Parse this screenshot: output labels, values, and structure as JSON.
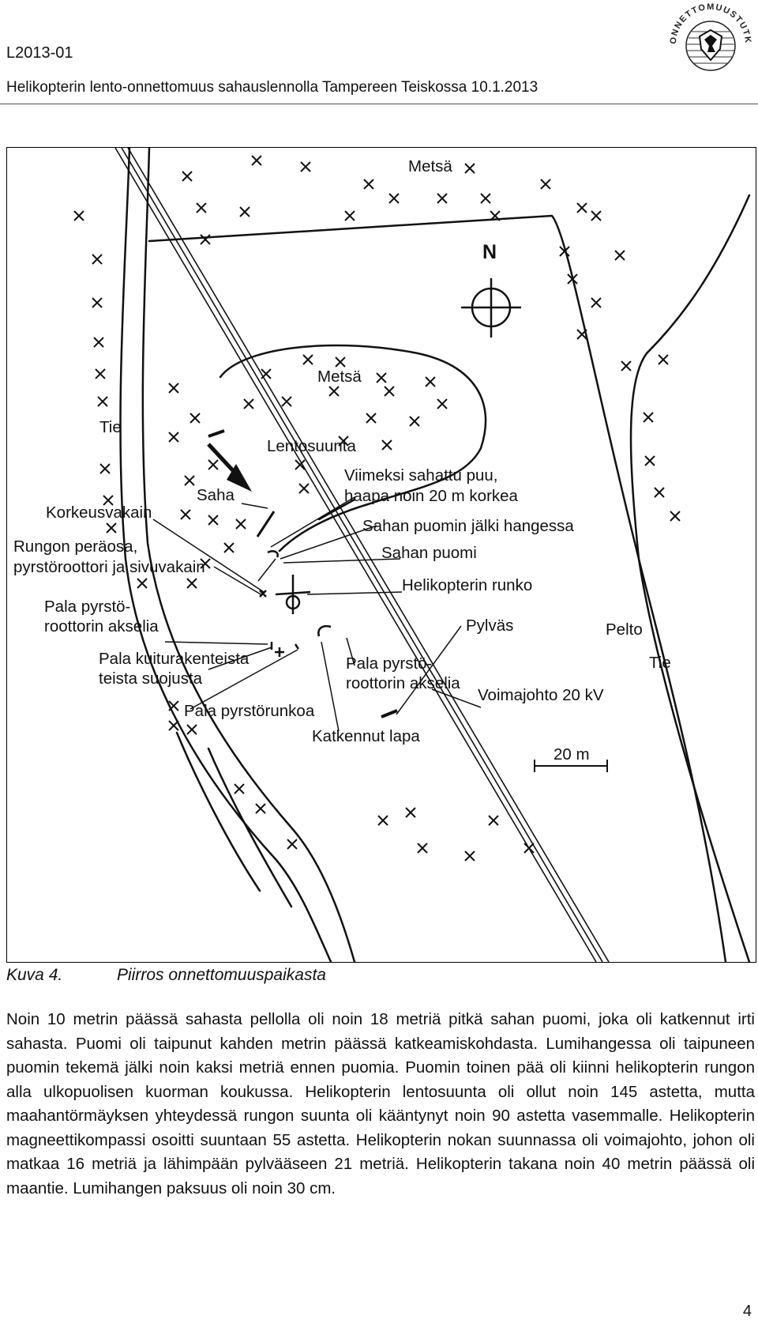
{
  "header": {
    "code": "L2013-01",
    "title": "Helikopterin lento-onnettomuus sahauslennolla Tampereen Teiskossa 10.1.2013",
    "logo_text": "ONNETTOMUUSTUTKINTAKESKUS"
  },
  "map": {
    "labels": {
      "metsa_top": "Metsä",
      "north": "N",
      "metsa_mid": "Metsä",
      "tie_left": "Tie",
      "lentosuunta": "Lentosuunta",
      "viimeksi_1": "Viimeksi sahattu puu,",
      "viimeksi_2": "haapa noin 20 m korkea",
      "saha": "Saha",
      "korkeusvakain": "Korkeusvakain",
      "sahan_jalki": "Sahan puomin jälki hangessa",
      "rungon_1": "Rungon peräosa,",
      "rungon_2": "pyrstöroottori ja sivuvakain",
      "sahan_puomi": "Sahan puomi",
      "runko": "Helikopterin runko",
      "pala_akseli_left_1": "Pala pyrstö-",
      "pala_akseli_left_2": "roottorin akselia",
      "pylvas": "Pylväs",
      "pelto": "Pelto",
      "kuitu_1": "Pala kuiturakenteista",
      "kuitu_2": "teista suojusta",
      "pala_akseli_right_1": "Pala pyrstö-",
      "pala_akseli_right_2": "roottorin akselia",
      "tie_right": "Tie",
      "voimajohto": "Voimajohto 20 kV",
      "pyrstorunko": "Pala pyrstörunkoa",
      "katkennut": "Katkennut lapa",
      "scale": "20 m"
    }
  },
  "caption": {
    "label": "Kuva 4.",
    "text": "Piirros onnettomuuspaikasta"
  },
  "body_text": "Noin 10 metrin päässä sahasta pellolla oli noin 18 metriä pitkä sahan puomi, joka oli katkennut irti sahasta. Puomi oli taipunut kahden metrin päässä katkeamiskohdasta. Lumihangessa oli taipuneen puomin tekemä jälki noin kaksi metriä ennen puomia. Puomin toinen pää oli kiinni helikopterin rungon alla ulkopuolisen kuorman koukussa. Helikopterin lentosuunta oli ollut noin 145 astetta, mutta maahantörmäyksen yhteydessä rungon suunta oli kääntynyt noin 90 astetta vasemmalle. Helikopterin magneettikompassi osoitti suuntaan 55 astetta. Helikopterin nokan suunnassa oli voimajohto, johon oli matkaa 16 metriä ja lähimpään pylvääseen 21 metriä. Helikopterin takana noin 40 metrin päässä oli maantie. Lumihangen paksuus oli noin 30 cm.",
  "page_number": "4"
}
